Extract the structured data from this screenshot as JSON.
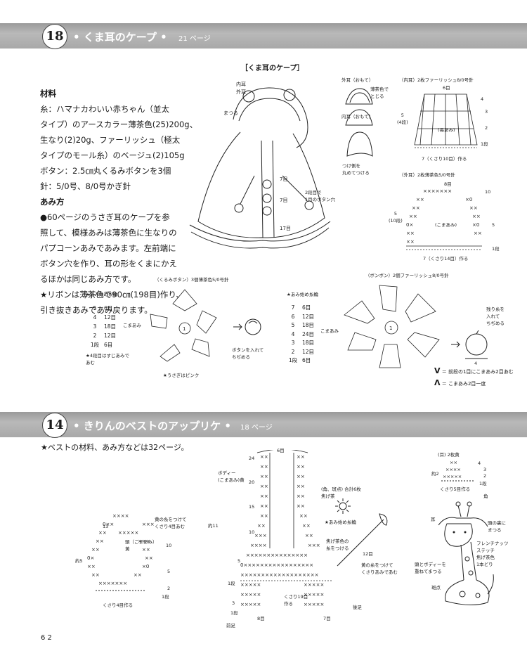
{
  "section18": {
    "number": "18",
    "title": "• くま耳のケープ •",
    "page_ref": "21 ページ",
    "figure_title": "［くま耳のケープ］",
    "materials_heading": "材料",
    "materials": [
      "糸：ハマナカわいい赤ちゃん（並太",
      "タイプ）のアースカラー薄茶色(25)200g、",
      "生なり(2)20g、ファーリッシュ（極太",
      "タイプのモール糸）のベージュ(2)105g",
      "ボタン：2.5㎝丸くるみボタンを3個",
      "針：5/0号、8/0号かぎ針"
    ],
    "method_heading": "あみ方",
    "method": [
      "●60ページのうさぎ耳のケープを参",
      "照して、模様あみは薄茶色に生なりの",
      "パプコーンあみであみます。左前端に",
      "ボタン穴を作り、耳の形をくまにかえ",
      "るほかは同じあみ方です。",
      "★リボンは薄茶色で90㎝(198目)作り、",
      "引き抜きあみであみ戻ります。"
    ],
    "cape_labels": {
      "inner_ear": "内耳",
      "outer_ear": "外耳",
      "matsuru": "まつる",
      "rows_7a": "7目",
      "rows_7b": "7目",
      "rows_17": "17目",
      "buttonhole": "2段目で\n1目のボタン穴"
    },
    "ear_labels": {
      "outer_front": "外耳（おもて）",
      "light_brown": "薄茶色で\nとじる",
      "inner_front": "内耳（おもて）",
      "attach": "つけ側を\n丸めてつける"
    },
    "inner_ear": {
      "title": "（内耳）2枚ファーリッシュ8/0号針",
      "top": "6目",
      "height": "5\n(4段)",
      "body": "(長あみ)",
      "chain": "7（くさり10目）作る",
      "rows": [
        "4",
        "3",
        "2",
        "1段"
      ]
    },
    "outer_ear": {
      "title": "（外耳）2枚薄茶色5/0号針",
      "top": "8目",
      "height": "5\n(10段)",
      "body": "(こまあみ)",
      "chain": "7（くさり14目）作る",
      "rows": [
        "10",
        "5",
        "1段"
      ]
    },
    "button": {
      "title": "（くるみボタン）3個薄茶色5/0号針",
      "start": "★あみ始め糸輪",
      "rows": [
        [
          "5",
          "6目"
        ],
        [
          "4",
          "12目"
        ],
        [
          "3",
          "18目"
        ],
        [
          "2",
          "12目"
        ],
        [
          "1段",
          "6目"
        ]
      ],
      "stitch": "こまあみ",
      "note": "★4段目はすじあみで\nあむ",
      "insert": "ボタンを入れて\nちぢめる",
      "rabbit": "★うさぎはピンク"
    },
    "pompon": {
      "title": "（ボンボン）2個ファーリッシュ8/0号針",
      "start": "★あみ始め糸輪",
      "rows": [
        [
          "7",
          "6目"
        ],
        [
          "6",
          "12目"
        ],
        [
          "5",
          "18目"
        ],
        [
          "4",
          "24目"
        ],
        [
          "3",
          "18目"
        ],
        [
          "2",
          "12目"
        ],
        [
          "1段",
          "6目"
        ]
      ],
      "stitch": "こまあみ",
      "remaining": "残り糸を\n入れて\nちぢめる",
      "size": "4"
    },
    "legend": [
      {
        "symbol": "V",
        "text": "＝ 前段の1目にこまあみ2目あむ"
      },
      {
        "symbol": "Λ",
        "text": "＝ こまあみ2目一度"
      }
    ]
  },
  "section14": {
    "number": "14",
    "title": "• きりんのベストのアップリケ •",
    "page_ref": "18 ページ",
    "note": "★ベストの材料、あみ方などは32ページ。",
    "head": {
      "label": "頭（こまあみ）\n黄",
      "join": "黄の糸をつけて\nくさり4目あむ",
      "size": "約5",
      "chain": "くさり4目作る",
      "rows": [
        "13",
        "10",
        "5",
        "2",
        "1段"
      ]
    },
    "body": {
      "label": "ボディー\n(こまあみ)黄",
      "top": "6目",
      "size": "約11",
      "rows": [
        "24",
        "20",
        "15",
        "10",
        "5",
        "1段",
        "3",
        "1段"
      ],
      "chain": "くさり19目\n作る",
      "left_leg": "前足",
      "right_leg": "後足",
      "leg_width_l": "8目",
      "leg_width_r": "7目",
      "row12": "12目",
      "dark_brown_tail": "焦げ茶色の\n糸をつける",
      "yellow_join": "黄の糸をつけて\nくさりあみであむ"
    },
    "spots": {
      "title": "(角、斑点) 合計6枚\n焦げ茶",
      "start": "★あみ始め糸輪"
    },
    "ear": {
      "title": "(耳) 2枚黄",
      "size": "約2",
      "chain": "くさり5目作る",
      "rows": [
        "4",
        "3",
        "2",
        "1段"
      ]
    },
    "giraffe": {
      "horn": "角",
      "ear": "耳",
      "under_ear": "頭の裏に\nまつる",
      "french_knot": "フレンチナッツ\nステッチ\n焦げ茶色\n1本どり",
      "head_body": "頭とボディーを\n重ねてまつる",
      "spot": "斑点"
    }
  },
  "page_number": "6 2"
}
